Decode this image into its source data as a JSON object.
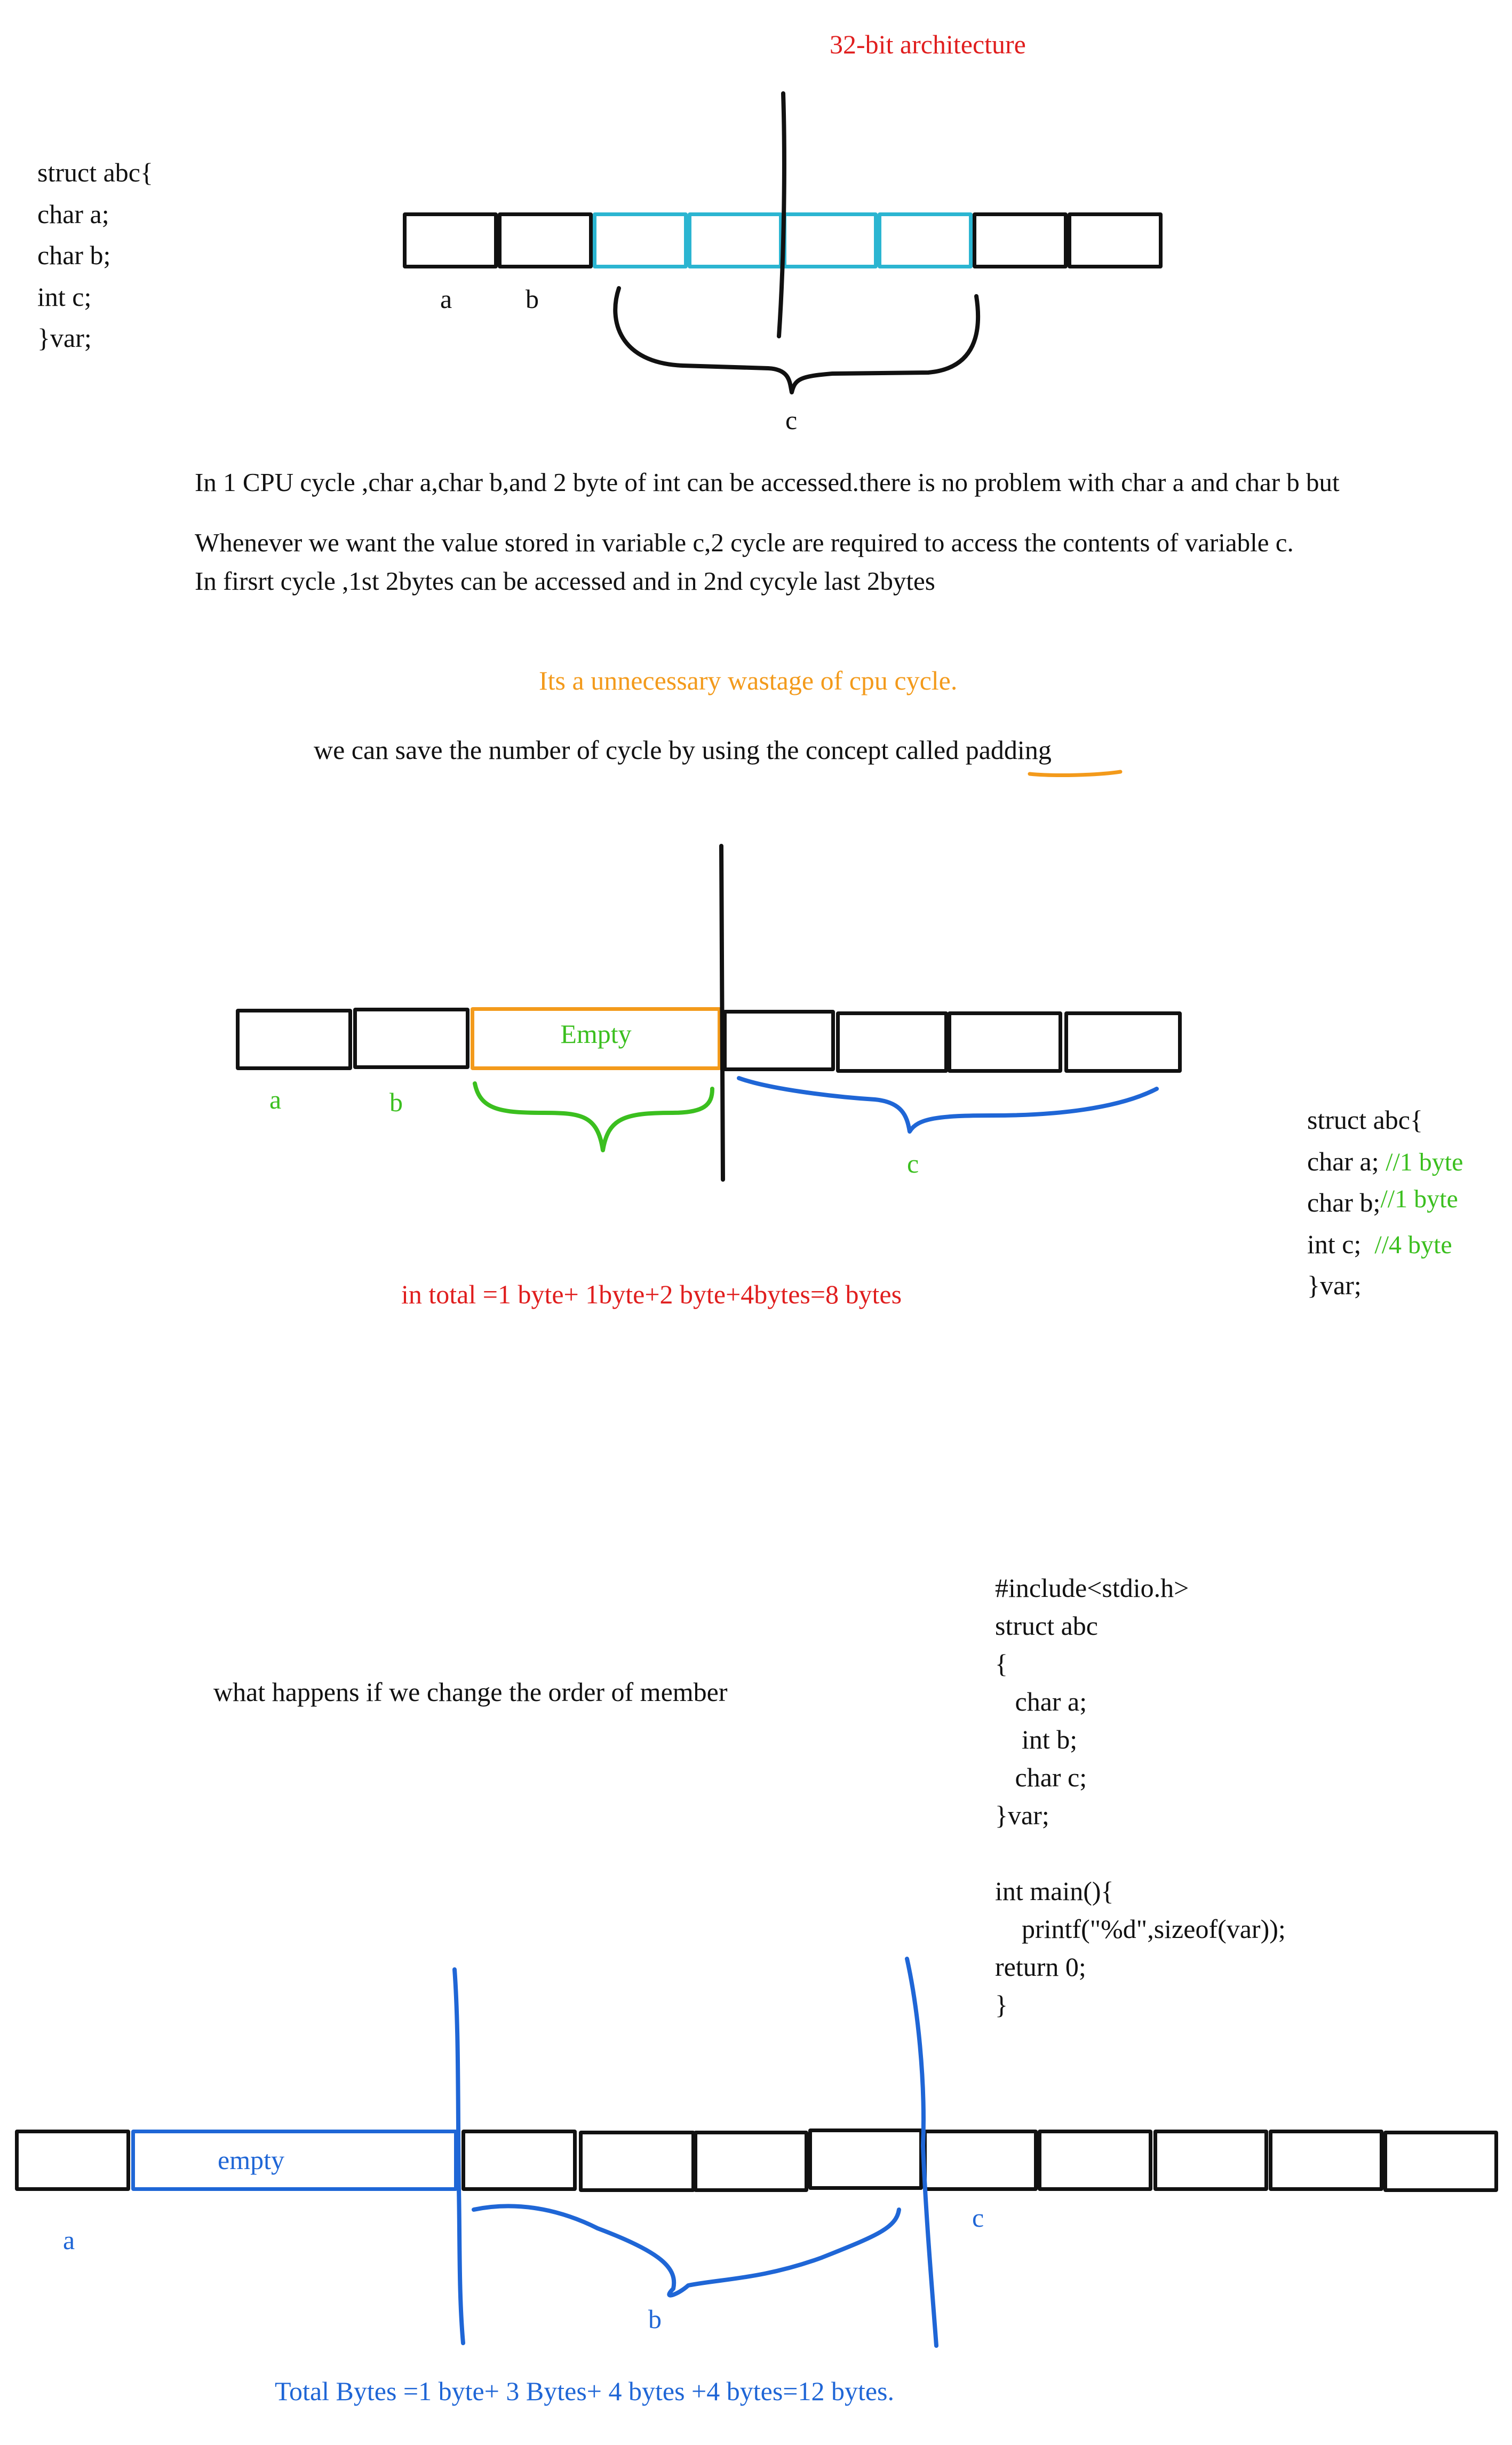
{
  "colors": {
    "ink": "#111111",
    "red": "#e01e1e",
    "orange": "#f39a1b",
    "green": "#3bbf1f",
    "cyan": "#2bb5d1",
    "blue": "#1f66d6"
  },
  "section1": {
    "title": "32-bit architecture",
    "code_lines": [
      "struct abc{",
      "char a;",
      "char b;",
      "int c;",
      "}var;"
    ],
    "labels": {
      "a": "a",
      "b": "b",
      "c": "c"
    },
    "para_line1": "In 1 CPU cycle ,char a,char b,and 2 byte of int can be accessed.there is no problem with char a and char b but",
    "para_line2": "Whenever we want the value stored in variable c,2 cycle are required to access the contents of variable c.",
    "para_line3": "In firsrt cycle ,1st 2bytes can be accessed and in 2nd cycyle last 2bytes",
    "waste_note": "Its a unnecessary wastage of cpu cycle.",
    "padding_sentence": "we can save the number of cycle by using the concept called ",
    "padding_word": "padding"
  },
  "section2": {
    "empty_label": "Empty",
    "labels": {
      "a": "a",
      "b": "b",
      "c": "c"
    },
    "code_lines": [
      {
        "code": "struct abc{",
        "comment": ""
      },
      {
        "code": "char a; ",
        "comment": "//1 byte"
      },
      {
        "code": "char b;",
        "comment": "//1 byte"
      },
      {
        "code": "int c;  ",
        "comment": "//4 byte"
      },
      {
        "code": "}var;",
        "comment": ""
      }
    ],
    "total": "in total =1 byte+ 1byte+2 byte+4bytes=8 bytes"
  },
  "section3": {
    "question": "what happens if we change the order of member",
    "code_lines": [
      "#include<stdio.h>",
      "struct abc",
      "{",
      "   char a;",
      "    int b;",
      "   char c;",
      "}var;",
      "",
      "int main(){",
      "    printf(\"%d\",sizeof(var));",
      "return 0;",
      "}"
    ],
    "empty_label": "empty",
    "labels": {
      "a": "a",
      "b": "b",
      "c": "c"
    },
    "total": "Total Bytes =1 byte+ 3 Bytes+ 4 bytes +4 bytes=12 bytes."
  }
}
